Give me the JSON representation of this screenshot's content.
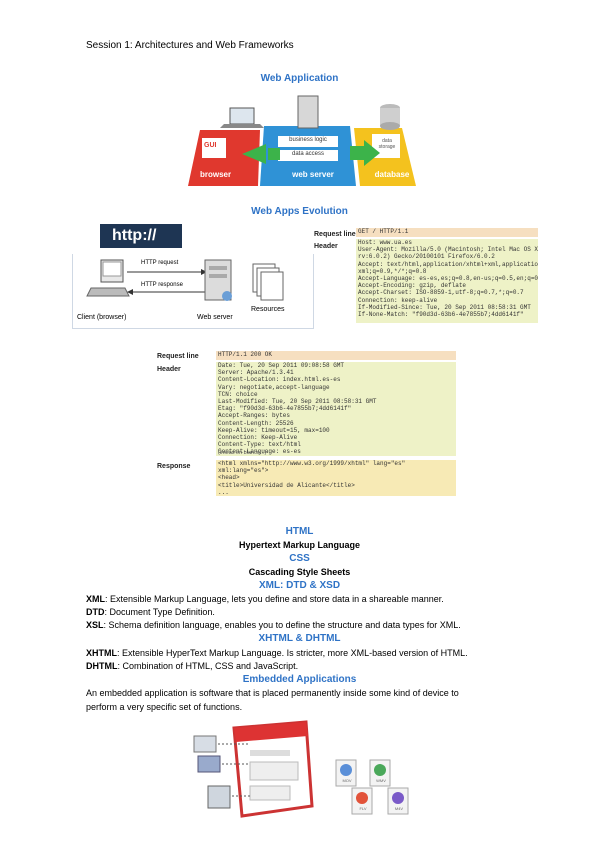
{
  "page": {
    "heading": "Session 1: Architectures and Web Frameworks"
  },
  "web_application": {
    "title": "Web Application",
    "box_gui": "GUI",
    "box_browser": "browser",
    "box_bl": "business logic",
    "box_da": "data access",
    "box_ws": "web server",
    "box_ds": "data storage",
    "box_db": "database"
  },
  "evolution": {
    "title": "Web Apps Evolution",
    "http_logo": "http://",
    "req_label": "HTTP request",
    "resp_label": "HTTP response",
    "client": "Client (browser)",
    "server": "Web server",
    "resources": "Resources",
    "request": {
      "label_line": "Request line",
      "label_header": "Header",
      "line": "GET / HTTP/1.1",
      "headers": "Host: www.ua.es\nUser-Agent: Mozilla/5.0 (Macintosh; Intel Mac OS X 10.6;\nrv:6.0.2) Gecko/20100101 Firefox/6.0.2\nAccept: text/html,application/xhtml+xml,application/\nxml;q=0.9,*/*;q=0.8\nAccept-Language: es-es,es;q=0.8,en-us;q=0.5,en;q=0.3\nAccept-Encoding: gzip, deflate\nAccept-Charset: ISO-8859-1,utf-8;q=0.7,*;q=0.7\nConnection: keep-alive\nIf-Modified-Since: Tue, 20 Sep 2011 08:58:31 GMT\nIf-None-Match: \"f90d3d-63b6-4e7855b7;4dd6141f\""
    },
    "response": {
      "label_line": "Request line",
      "label_header": "Header",
      "label_response": "Response",
      "line": "HTTP/1.1 200 OK",
      "headers": "Date: Tue, 20 Sep 2011 09:08:58 GMT\nServer: Apache/1.3.41\nContent-Location: index.html.es-es\nVary: negotiate,accept-language\nTCN: choice\nLast-Modified: Tue, 20 Sep 2011 08:58:31 GMT\nEtag: \"f90d3d-63b6-4e7855b7;4dd6141f\"\nAccept-Ranges: bytes\nContent-Length: 25526\nKeep-Alive: timeout=15, max=100\nConnection: Keep-Alive\nContent-Type: text/html\nContent-Language: es-es",
      "blank_note": "(líneas en blanco...)",
      "body": "<html xmlns=\"http://www.w3.org/1999/xhtml\" lang=\"es\"\nxml:lang=\"es\">\n<head>\n<title>Universidad de Alicante</title>\n..."
    }
  },
  "text": {
    "html_h": "HTML",
    "html_sub": "Hypertext Markup Language",
    "css_h": "CSS",
    "css_sub": "Cascading Style Sheets",
    "xml_h": "XML: DTD & XSD",
    "xml_term": "XML",
    "xml_def": ": Extensible Markup Language, lets you define and store data in a shareable manner.",
    "dtd_term": "DTD",
    "dtd_def": ": Document Type Definition.",
    "xsl_term": "XSL",
    "xsl_def": ": Schema definition language, enables you to define the structure and data types for XML.",
    "xhtml_h": "XHTML & DHTML",
    "xhtml_term": "XHTML",
    "xhtml_def": ": Extensible HyperText Markup Language. Is stricter, more XML-based version of HTML.",
    "dhtml_term": "DHTML",
    "dhtml_def": ": Combination of HTML, CSS and JavaScript.",
    "emb_h": "Embedded Applications",
    "emb_p1": "An embedded application is software that is placed permanently inside some kind of device to",
    "emb_p2": "perform a very specific set of functions."
  },
  "file_icons": [
    "MOV",
    "WMV",
    "FLV",
    "M4V"
  ]
}
